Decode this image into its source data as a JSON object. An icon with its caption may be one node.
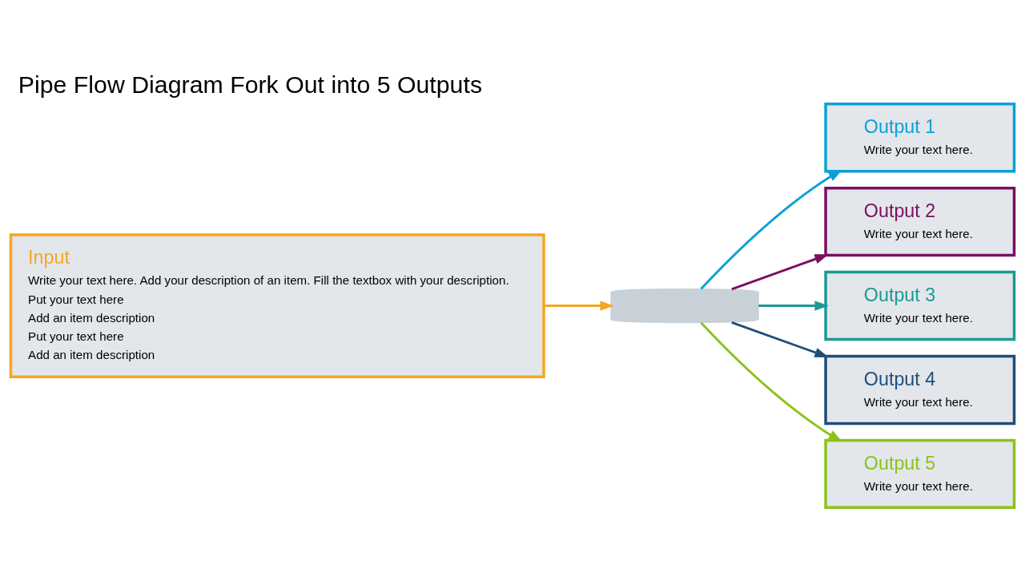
{
  "diagram": {
    "title": "Pipe Flow Diagram Fork Out into 5 Outputs",
    "nodes": [
      {
        "text": [
          "Input",
          "Write your text here. Add your description of an item. Fill the textbox with your description.",
          "Put your text here",
          "Add an item description",
          "Put your text here",
          "Add an item description"
        ]
      },
      {
        "text": [],
        "shape": "pipe"
      },
      {
        "text": [
          "Output 1",
          "Write your text here."
        ]
      },
      {
        "text": [
          "Output 2",
          "Write your text here."
        ]
      },
      {
        "text": [
          "Output 3",
          "Write your text here."
        ]
      },
      {
        "text": [
          "Output 4",
          "Write your text here."
        ]
      },
      {
        "text": [
          "Output 5",
          "Write your text here."
        ]
      }
    ],
    "edges": [
      {
        "from": 0,
        "to": 1,
        "arrow": "to",
        "color": "#f5a623"
      },
      {
        "from": 1,
        "to": 2,
        "arrow": "to",
        "color": "#0aa0d8"
      },
      {
        "from": 1,
        "to": 3,
        "arrow": "to",
        "color": "#7b0e62"
      },
      {
        "from": 1,
        "to": 4,
        "arrow": "to",
        "color": "#1a9a94"
      },
      {
        "from": 1,
        "to": 5,
        "arrow": "to",
        "color": "#1f4e79"
      },
      {
        "from": 1,
        "to": 6,
        "arrow": "to",
        "color": "#8cc21a"
      }
    ]
  }
}
